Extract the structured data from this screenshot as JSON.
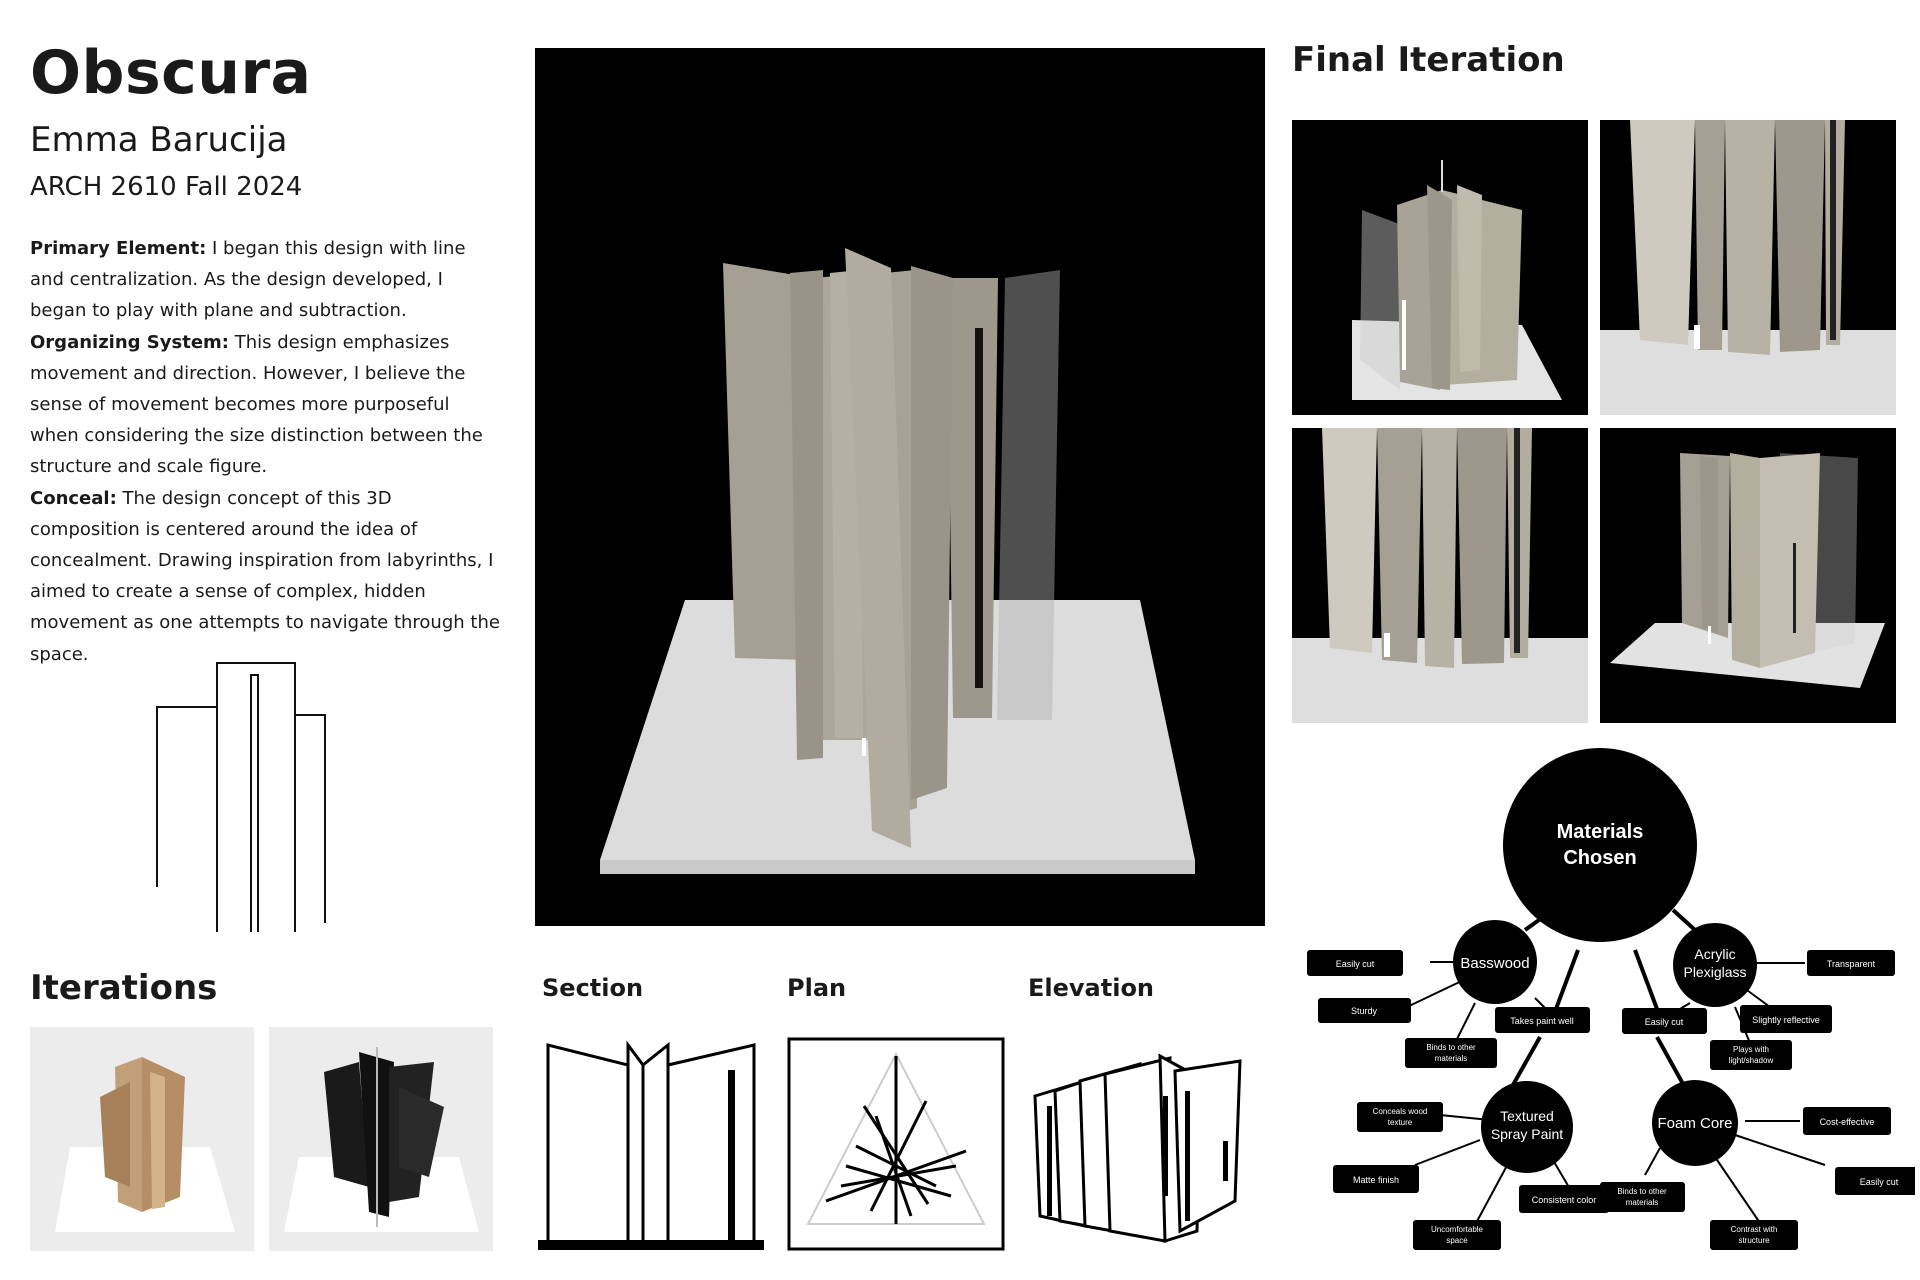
{
  "header": {
    "title": "Obscura",
    "author": "Emma Barucija",
    "course": "ARCH 2610 Fall 2024"
  },
  "description": [
    {
      "label": "Primary Element:",
      "text": " I began this design with line and centralization. As the design developed, I began to play with plane and subtraction."
    },
    {
      "label": "Organizing System:",
      "text": " This design emphasizes movement and direction. However, I believe the sense of movement becomes more purposeful when considering the size distinction between the structure and scale figure."
    },
    {
      "label": "Conceal:",
      "text": " The design concept of this 3D composition is centered around the idea of concealment. Drawing inspiration from labyrinths, I aimed to create a sense of complex, hidden movement as one attempts to navigate through the space."
    }
  ],
  "sections": {
    "final_iteration": "Final Iteration",
    "iterations": "Iterations",
    "section": "Section",
    "plan": "Plan",
    "elevation": "Elevation"
  },
  "materials": {
    "center": [
      "Materials",
      "Chosen"
    ],
    "basswood": [
      "Basswood"
    ],
    "acrylic": [
      "Acrylic",
      "Plexiglass"
    ],
    "spray": [
      "Textured",
      "Spray Paint"
    ],
    "foam": [
      "Foam Core"
    ],
    "properties": {
      "b_easily_cut": [
        "Easily cut"
      ],
      "b_sturdy": [
        "Sturdy"
      ],
      "b_binds": [
        "Binds to other",
        "materials"
      ],
      "b_paint": [
        "Takes paint well"
      ],
      "a_transparent": [
        "Transparent"
      ],
      "a_reflective": [
        "Slightly reflective"
      ],
      "a_plays": [
        "Plays with",
        "light/shadow"
      ],
      "a_easily_cut": [
        "Easily cut"
      ],
      "s_conceals": [
        "Conceals wood",
        "texture"
      ],
      "s_matte": [
        "Matte finish"
      ],
      "s_uncomfortable": [
        "Uncomfortable",
        "space"
      ],
      "s_consistent": [
        "Consistent color"
      ],
      "f_cost": [
        "Cost-effective"
      ],
      "f_easily_cut": [
        "Easily cut"
      ],
      "f_binds": [
        "Binds to other",
        "materials"
      ],
      "f_contrast": [
        "Contrast with",
        "structure"
      ]
    }
  },
  "colors": {
    "ink": "#1a1a1a",
    "photo_bg": "#000000",
    "board": "#a59f94",
    "base": "#e6e6e6"
  }
}
